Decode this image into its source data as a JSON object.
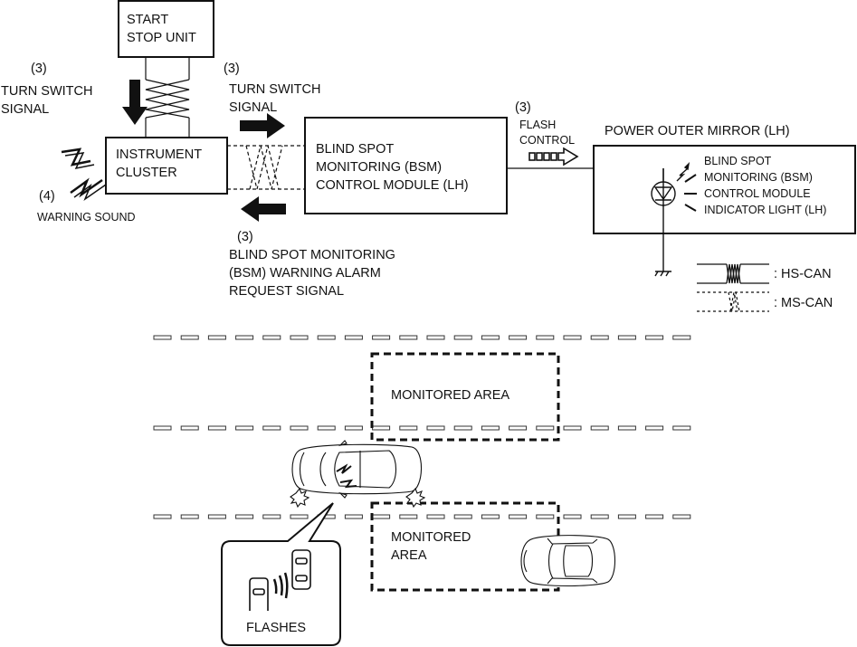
{
  "start_stop_unit": {
    "line1": "START",
    "line2": "STOP UNIT"
  },
  "instrument_cluster": {
    "line1": "INSTRUMENT",
    "line2": "CLUSTER"
  },
  "bsm_module": {
    "line1": "BLIND SPOT",
    "line2": "MONITORING (BSM)",
    "line3": "CONTROL MODULE (LH)"
  },
  "power_mirror": {
    "title": "POWER OUTER MIRROR (LH)",
    "indicator_line1": "BLIND SPOT",
    "indicator_line2": "MONITORING (BSM)",
    "indicator_line3": "CONTROL MODULE",
    "indicator_line4": "INDICATOR LIGHT (LH)"
  },
  "signals": {
    "turn_switch_left": {
      "num": "(3)",
      "line1": "TURN SWITCH",
      "line2": "SIGNAL"
    },
    "turn_switch_right": {
      "num": "(3)",
      "line1": "TURN SWITCH",
      "line2": "SIGNAL"
    },
    "warning_sound": {
      "num": "(4)",
      "label": "WARNING SOUND"
    },
    "alarm_request": {
      "num": "(3)",
      "line1": "BLIND SPOT MONITORING",
      "line2": "(BSM) WARNING ALARM",
      "line3": "REQUEST SIGNAL"
    },
    "flash_control": {
      "num": "(3)",
      "line1": "FLASH",
      "line2": "CONTROL"
    }
  },
  "legend": {
    "hs_can": ": HS-CAN",
    "ms_can": ": MS-CAN"
  },
  "road": {
    "monitored_area_1": "MONITORED AREA",
    "monitored_area_2_line1": "MONITORED",
    "monitored_area_2_line2": "AREA",
    "callout": "FLASHES"
  }
}
